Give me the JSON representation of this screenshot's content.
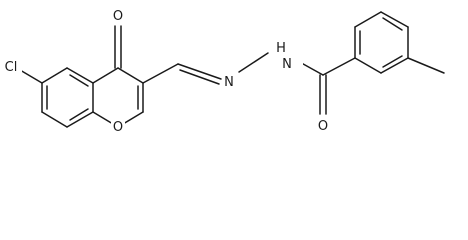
{
  "atoms": {
    "cl": "Cl",
    "keto_o": "O",
    "ring_o": "O",
    "amide_o": "O",
    "nh": "N",
    "h": "H",
    "imine_n": "N"
  },
  "colors": {
    "bond": "#1a1a1a",
    "background": "#ffffff"
  }
}
